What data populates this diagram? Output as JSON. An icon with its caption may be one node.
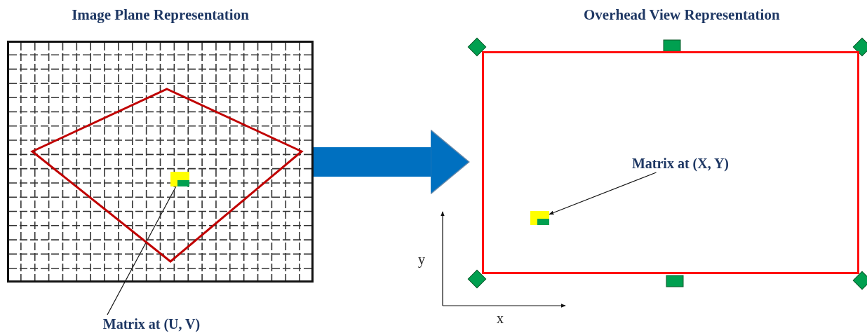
{
  "diagram": {
    "nodes": [
      {
        "text": [
          "Image Plane Representation"
        ]
      },
      {
        "text": [
          "Overhead View Representation"
        ]
      },
      {
        "text": [],
        "shape": "box",
        "in": 0
      },
      {
        "text": [
          "Matrix at (U, V)"
        ]
      },
      {
        "text": [],
        "shape": "box",
        "in": 1
      },
      {
        "text": [
          "Matrix at (X, Y)"
        ],
        "in": 1
      }
    ],
    "edges": [
      {
        "from": 0,
        "to": 1,
        "arrow": "to",
        "style": "thick",
        "color": "#0070c0"
      },
      {
        "from": 3,
        "to": 2,
        "arrow": "none"
      },
      {
        "from": 5,
        "to": 4,
        "arrow": "to"
      }
    ],
    "labels": [
      "y",
      "x"
    ]
  }
}
